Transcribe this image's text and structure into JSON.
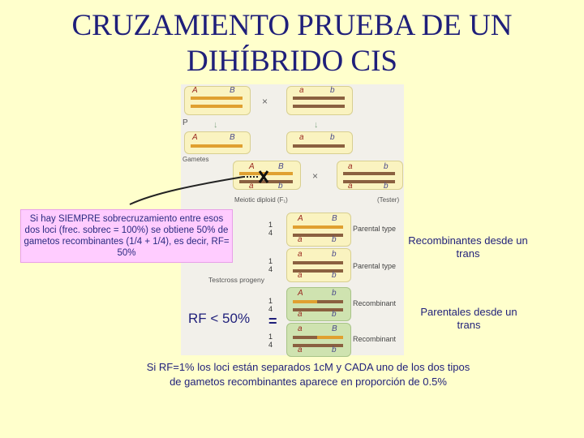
{
  "title_line1": "CRUZAMIENTO PRUEBA DE UN",
  "title_line2": "DIHÍBRIDO CIS",
  "figure": {
    "labels": {
      "A": "A",
      "B": "B",
      "a": "a",
      "b": "b",
      "P": "P",
      "gametes": "Gametes",
      "meiotic": "Meiotic diploid (F₁)",
      "tester": "(Tester)",
      "parental_type": "Parental type",
      "recombinant": "Recombinant",
      "testcross": "Testcross progeny",
      "cross": "×",
      "frac_num": "1",
      "frac_den": "4"
    }
  },
  "callout": "Si hay SIEMPRE sobrecruzamiento entre esos dos loci (frec. sobrec = 100%) se obtiene 50% de gametos recombinantes (1/4 + 1/4), es decir, RF= 50%",
  "rf_label": "RF < 50%",
  "eq_symbol": "=",
  "note_recomb": "Recombinantes desde un trans",
  "note_parental": "Parentales desde un trans",
  "bottom_line1": "Si RF=1% los loci están separados 1cM y CADA uno de los dos tipos",
  "bottom_line2": "de gametos recombinantes aparece en proporción de 0.5%"
}
